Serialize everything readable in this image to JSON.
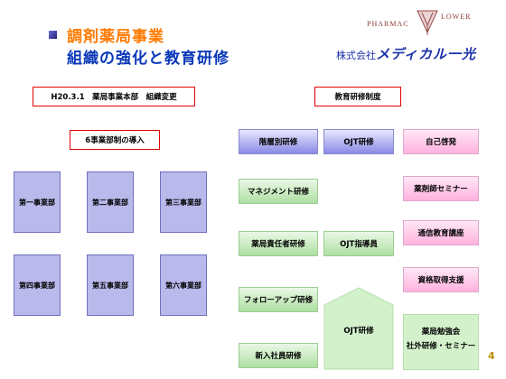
{
  "header": {
    "title_line1": "調剤薬局事業",
    "title_line2": "組織の強化と教育研修",
    "logo_pharmac": "PHARMAC",
    "logo_lower": "LOWER",
    "company_kabushiki": "株式会社",
    "company_name": "メディカル一光"
  },
  "left": {
    "org_change_label": "H20.3.1　薬局事業本部　組織変更",
    "introduction_label": "6事業部制の導入",
    "divisions": [
      "第一事業部",
      "第二事業部",
      "第三事業部",
      "第四事業部",
      "第五事業部",
      "第六事業部"
    ]
  },
  "right": {
    "system_label": "教育研修制度",
    "top_categories": [
      "階層別研修",
      "OJT研修",
      "自己啓発"
    ],
    "hierarchical": [
      "マネジメント研修",
      "薬局責任者研修",
      "フォローアップ研修",
      "新入社員研修"
    ],
    "ojt_leader": "OJT指導員",
    "ojt_base": "OJT研修",
    "self_dev": [
      "薬剤師セミナー",
      "通信教育講座",
      "資格取得支援"
    ],
    "study_group_line1": "薬局勉強会",
    "study_group_line2": "社外研修・セミナー"
  },
  "colors": {
    "title_orange": "#ff7a00",
    "title_blue": "#0a38b8",
    "division_fill": "#b9b9ec",
    "green_fill": "#aedfa2",
    "pink_fill": "#ffb2de",
    "border_red": "#e00000"
  },
  "page_number": "4"
}
